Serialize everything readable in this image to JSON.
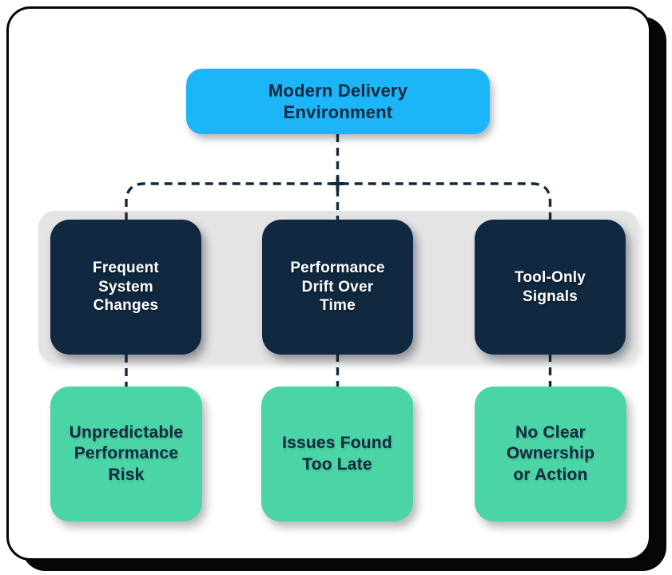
{
  "diagram": {
    "root": {
      "label": "Modern Delivery\nEnvironment"
    },
    "causes": [
      {
        "label": "Frequent\nSystem\nChanges"
      },
      {
        "label": "Performance\nDrift Over\nTime"
      },
      {
        "label": "Tool-Only\nSignals"
      }
    ],
    "effects": [
      {
        "label": "Unpredictable\nPerformance\nRisk"
      },
      {
        "label": "Issues Found\nToo Late"
      },
      {
        "label": "No Clear\nOwnership\nor Action"
      }
    ],
    "colors": {
      "root_fill": "#1cb5f8",
      "cause_fill": "#112940",
      "effect_fill": "#4bd5a6",
      "band_fill": "#e5e4e5",
      "connector": "#12293d",
      "text_dark": "#13283f",
      "text_light": "#ffffff",
      "card_border": "#050608"
    }
  }
}
